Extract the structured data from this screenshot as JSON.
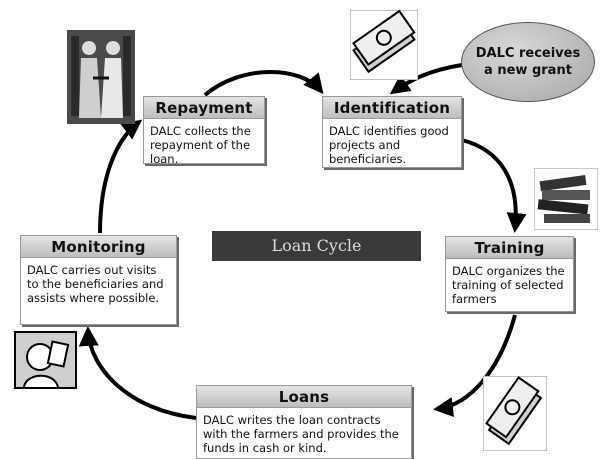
{
  "center_title": "Loan Cycle",
  "grant_bubble": "DALC receives\na new grant",
  "steps": {
    "repayment": {
      "title": "Repayment",
      "text": "DALC collects the repayment of the loan."
    },
    "identification": {
      "title": "Identification",
      "text": "DALC identifies good projects and beneficiaries."
    },
    "training": {
      "title": "Training",
      "text": "DALC organizes the training of selected farmers"
    },
    "loans": {
      "title": "Loans",
      "text": "DALC writes the loan contracts with the farmers and provides the funds in cash or kind."
    },
    "monitoring": {
      "title": "Monitoring",
      "text": "DALC carries out visits to the beneficiaries and assists where possible."
    }
  },
  "clipart": [
    "handshake-clipart",
    "money-clipart",
    "books-clipart",
    "inspector-clipart"
  ]
}
